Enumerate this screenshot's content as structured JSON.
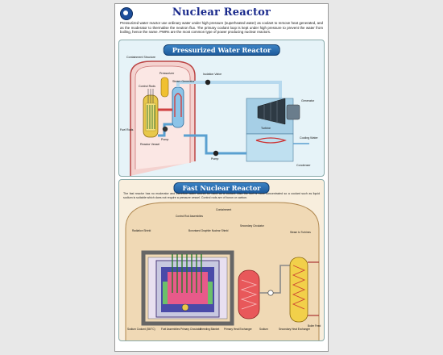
{
  "chart": {
    "title": "Nuclear Reactor",
    "code": "",
    "intro": "Pressurized water reactor use ordinary water under high pressure (superheated water) as coolant to remove heat generated, and as the moderator to thermalise the neutron flux. The primary coolant loop is kept under high pressure to prevent the water from boiling, hence the name. PWRs are the most common type of power producing nuclear reactors."
  },
  "pwr": {
    "banner": "Pressurized Water Reactor",
    "labels": {
      "containment": "Containment Structure",
      "isolation_valve": "Isolation Valve",
      "pressurizer": "Pressurizer",
      "steam_generator": "Steam Generator",
      "control_rods": "Control Rods",
      "generator": "Generator",
      "turbine": "Turbine",
      "cooling_water": "Cooling Water",
      "fuel_rods": "Fuel Rods",
      "pump1": "Pump",
      "reactor_vessel": "Reactor Vessel",
      "pump2": "Pump",
      "condenser": "Condenser"
    }
  },
  "fnr": {
    "banner": "Fast Nuclear Reactor",
    "desc": "The fast reactor has no moderator and therefore water cannot be used as a coolant. Also the fuel is more concentrated so a coolant such as liquid sodium is suitable which does not require a pressure vessel. Control rods are of boron or carbon.",
    "labels": {
      "containment": "Containment",
      "control_rod": "Control Rod Assemblies",
      "radiation_shield": "Radiation Shield",
      "graphite_shield": "Borontaed Graphite Nuclear Shield",
      "secondary_circulator": "Secondary Circulator",
      "steam_to_turbines": "Steam to Turbines",
      "sodium_coolant": "Sodium Coolant (350°C)",
      "fuel_assemblies": "Fuel Assemblies",
      "primary_circulator": "Primary Circulator",
      "breeding_blanket": "Breeding Blanket",
      "primary_hx": "Primary Heat Exchanger",
      "sodium": "Sodium",
      "secondary_hx": "Secondary Heat Exchanger",
      "boiler_feed": "Boiler Feed"
    }
  },
  "footer": {
    "note": "",
    "publisher": ""
  },
  "colors": {
    "title": "#1a2a8c",
    "banner": "#1f5b9c",
    "water": "#5aa9d8",
    "hot": "#e05050"
  }
}
